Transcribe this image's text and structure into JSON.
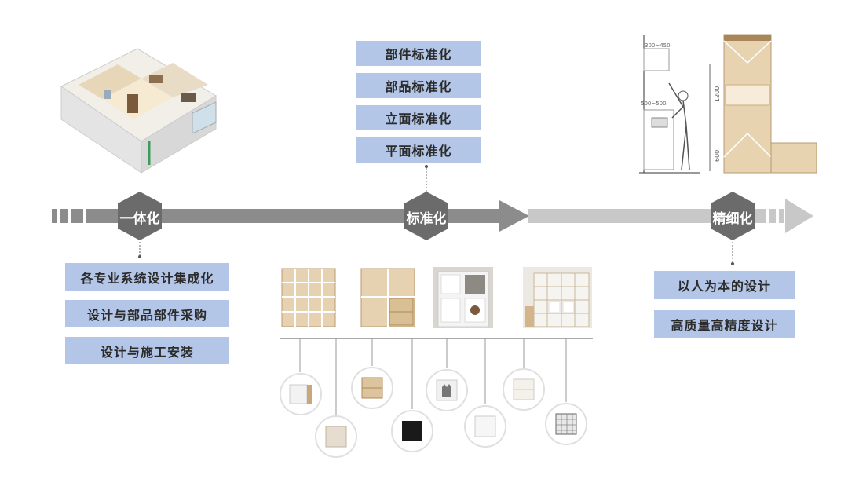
{
  "stages": [
    {
      "name": "一体化",
      "items": [
        "各专业系统设计集成化",
        "设计与部品部件采购",
        "设计与施工安装"
      ]
    },
    {
      "name": "标准化",
      "items": [
        "部件标准化",
        "部品标准化",
        "立面标准化",
        "平面标准化"
      ]
    },
    {
      "name": "精细化",
      "items": [
        "以人为本的设计",
        "高质量高精度设计"
      ]
    }
  ],
  "dimensions": {
    "dim_300_450": "300~450",
    "dim_1200": "1200",
    "dim_600": "600",
    "dim_500": "500~500"
  },
  "colors": {
    "box": "#b4c6e7",
    "hex": "#6b6b6b",
    "arrow": "#8c8c8c",
    "arrow_light": "#c8c8c8"
  }
}
